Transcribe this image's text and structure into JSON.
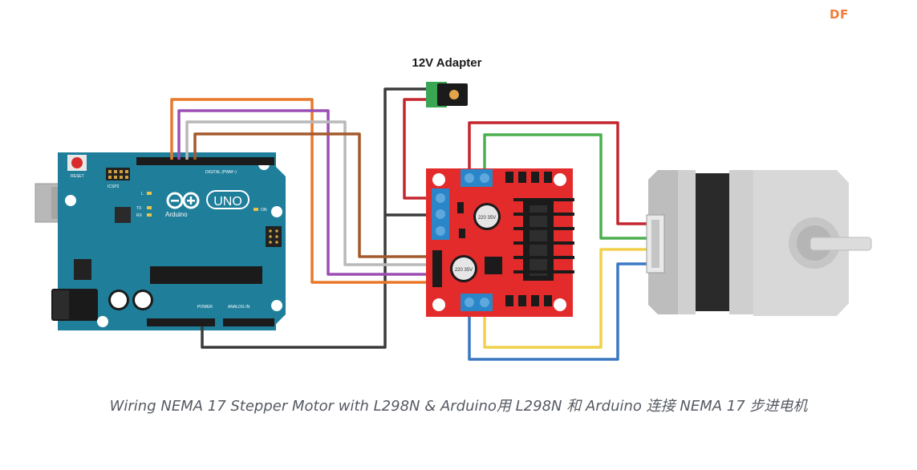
{
  "brand": {
    "logo_text": "DF",
    "color": "#f07c3c"
  },
  "adapter": {
    "label": "12V Adapter"
  },
  "arduino": {
    "logo_text": "UNO",
    "brand_text": "Arduino",
    "reset_label": "RESET",
    "icsp_label": "ICSP2",
    "led_labels": [
      "L",
      "TX",
      "RX"
    ],
    "on_label": "ON",
    "digital_label": "DIGITAL (PWM~)",
    "power_label": "POWER",
    "analog_label": "ANALOG IN",
    "board_color": "#1f7f9b"
  },
  "driver": {
    "board_color": "#e32b2b",
    "cap_labels": [
      "220 35V",
      "220 35V"
    ],
    "screw_color": "#2a86c8"
  },
  "wires": {
    "colors": {
      "orange": "#e8782a",
      "purple": "#9b4fb3",
      "gray": "#b9b9b9",
      "brown": "#a45a2c",
      "red": "#c4262e",
      "green": "#4caf50",
      "yellow": "#f2d14a",
      "blue": "#3c78c2",
      "black": "#3b3b3b"
    }
  },
  "caption": "Wiring NEMA 17 Stepper Motor with L298N & Arduino用 L298N 和 Arduino 连接 NEMA 17 步进电机"
}
